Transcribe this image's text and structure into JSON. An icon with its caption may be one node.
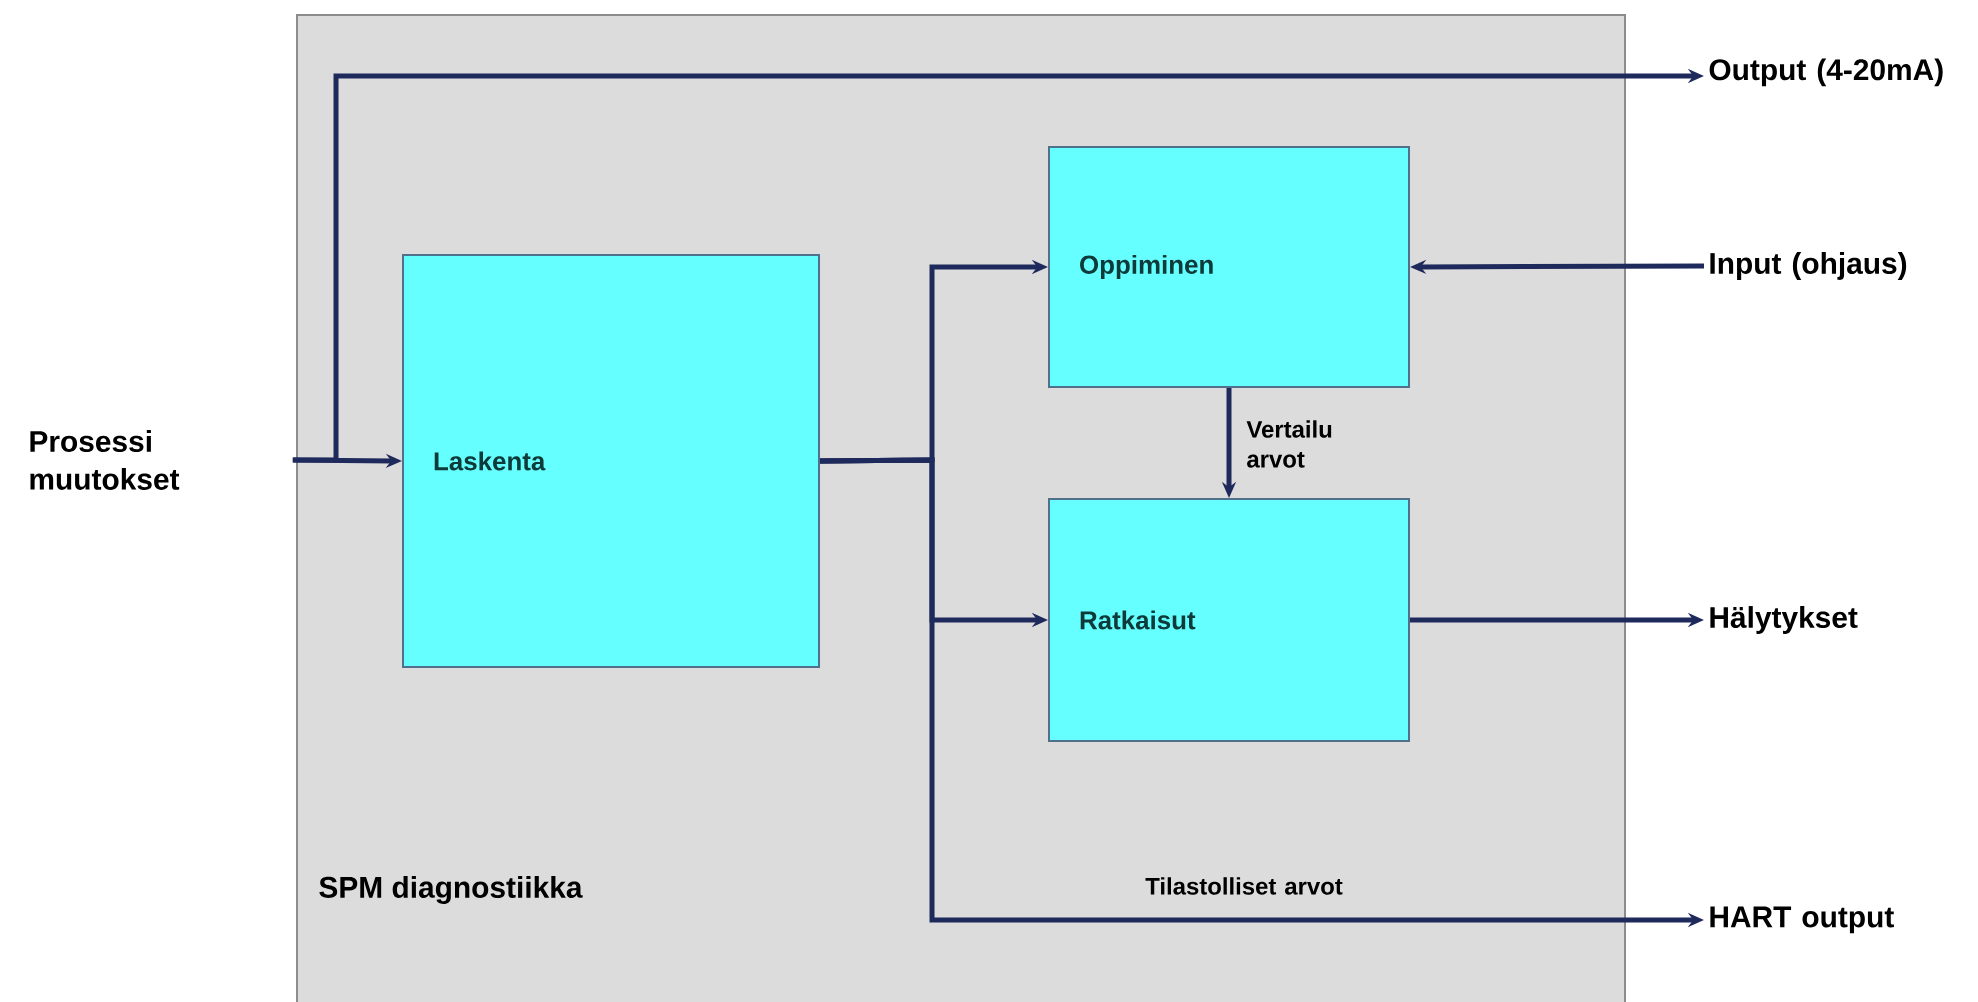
{
  "diagram": {
    "nodes": [
      {
        "text": [
          "SPM diagnostiikka"
        ]
      },
      {
        "text": [
          "Laskenta"
        ],
        "in": 0
      },
      {
        "text": [
          "Oppiminen"
        ],
        "in": 0
      },
      {
        "text": [
          "Ratkaisut"
        ],
        "in": 0
      },
      {
        "text": [
          "Prosessi muutokset"
        ]
      },
      {
        "text": [
          "Output (4-20mA)"
        ]
      },
      {
        "text": [
          "Input (ohjaus)"
        ]
      },
      {
        "text": [
          "Hälytykset"
        ]
      },
      {
        "text": [
          "HART output"
        ]
      }
    ],
    "edges": [
      {
        "from": 4,
        "to": 1,
        "arrow": "to"
      },
      {
        "from": 4,
        "to": 5,
        "arrow": "to"
      },
      {
        "from": 1,
        "to": 2,
        "arrow": "to"
      },
      {
        "from": 1,
        "to": 3,
        "arrow": "to"
      },
      {
        "from": 1,
        "to": 8,
        "arrow": "to",
        "label": "Tilastolliset arvot"
      },
      {
        "from": 6,
        "to": 2,
        "arrow": "to"
      },
      {
        "from": 2,
        "to": 3,
        "arrow": "to",
        "label": "Vertailu arvot"
      },
      {
        "from": 3,
        "to": 7,
        "arrow": "to"
      }
    ]
  }
}
